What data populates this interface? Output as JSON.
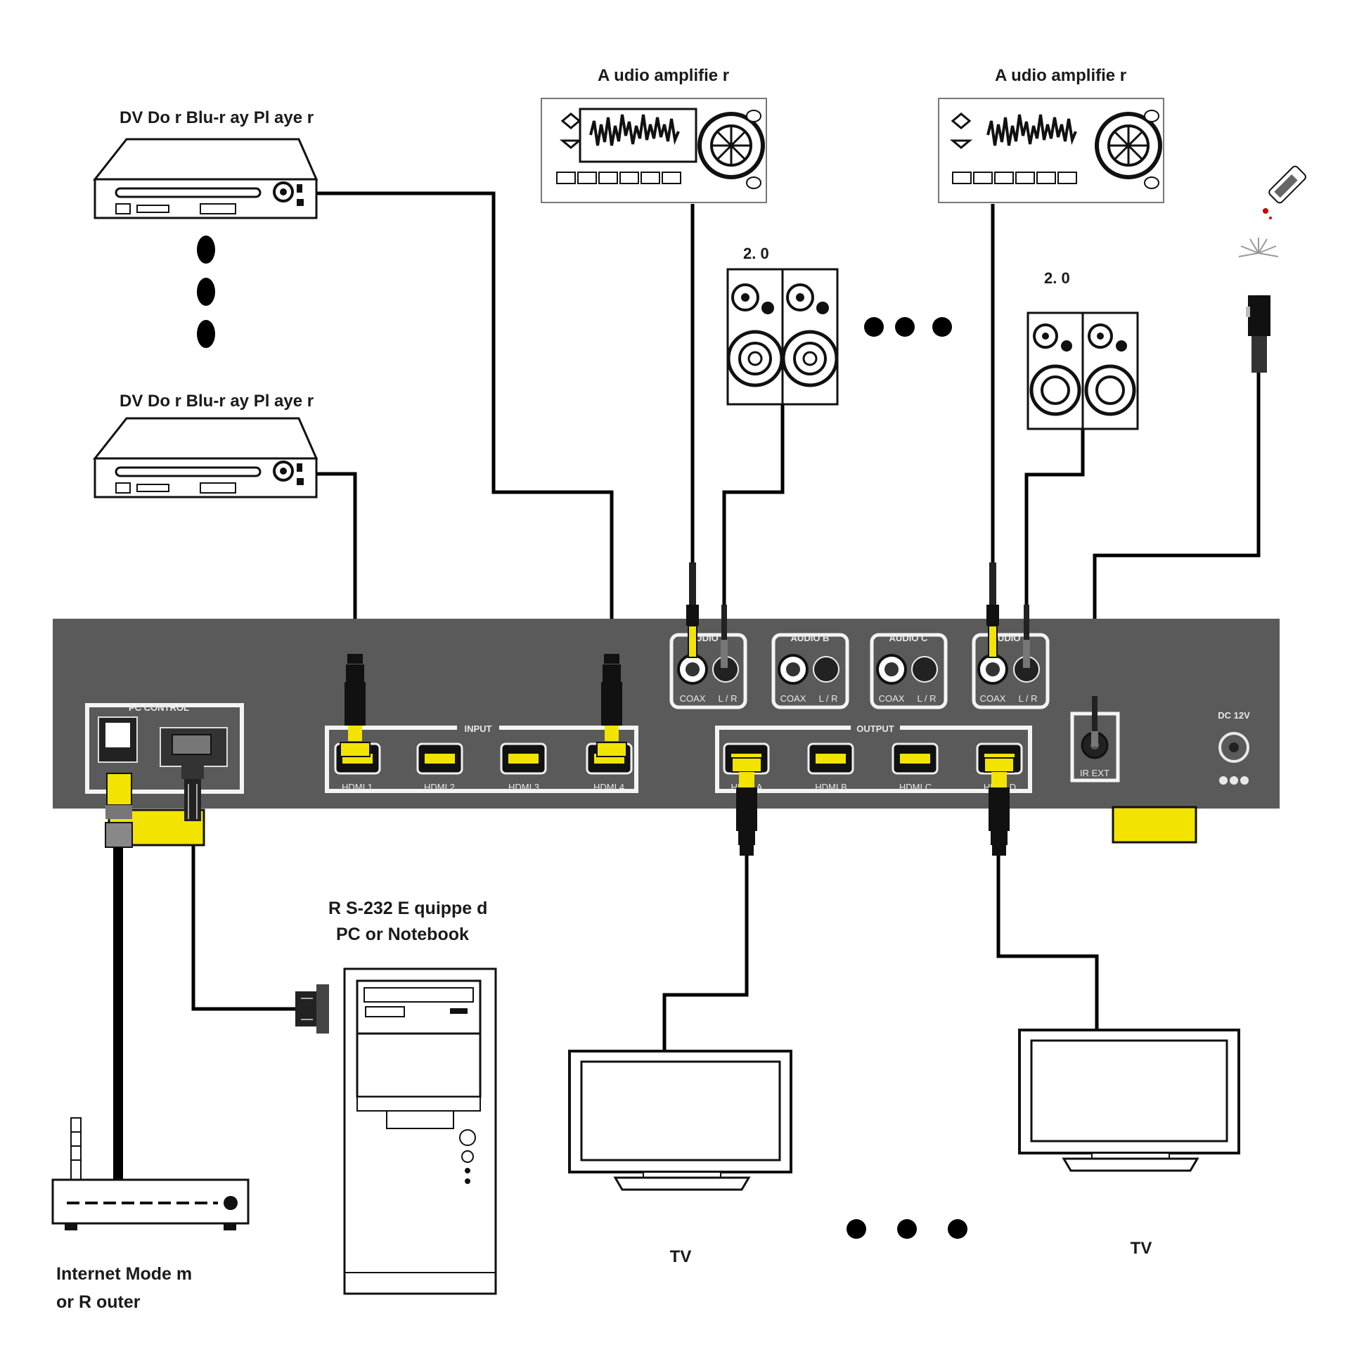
{
  "labels": {
    "dvd_player_1": "DV Do r Blu-r ay Pl aye r",
    "dvd_player_2": "DV Do r Blu-r ay Pl aye r",
    "audio_amp_1": "A udio amplifie r",
    "audio_amp_2": "A udio amplifie r",
    "speaker_1": "2. 0",
    "speaker_2": "2. 0",
    "rs232_line1": "R S-232 E quippe d",
    "rs232_line2": "PC or Notebook",
    "modem_line1": "Internet Mode m",
    "modem_line2": "or R outer",
    "tv_1": "TV",
    "tv_2": "TV"
  },
  "panel": {
    "pc_control": "PC CONTROL",
    "input": "INPUT",
    "output": "OUTPUT",
    "audio_a": "AUDIO A",
    "audio_b": "AUDIO B",
    "audio_c": "AUDIO C",
    "audio_d": "AUDIO D",
    "coax": "COAX",
    "lr": "L / R",
    "hdmi_in": [
      "HDMI 1",
      "HDMI 2",
      "HDMI 3",
      "HDMI 4"
    ],
    "hdmi_out": [
      "HDMI A",
      "HDMI B",
      "HDMI C",
      "HDMI D"
    ],
    "ir_ext": "IR EXT",
    "dc": "DC 12V"
  },
  "colors": {
    "panel": "#5a5a5a",
    "connector_yellow": "#f2e400",
    "cable": "#000000"
  }
}
